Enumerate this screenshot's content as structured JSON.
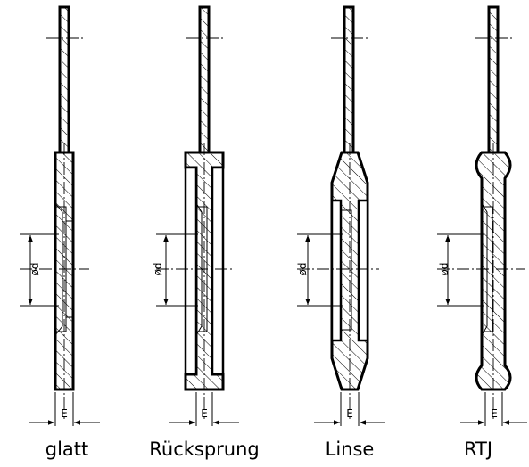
{
  "variants": [
    {
      "caption": "glatt",
      "diameter_label": "ød",
      "thickness_label": "E"
    },
    {
      "caption": "Rücksprung",
      "diameter_label": "ød",
      "thickness_label": "E"
    },
    {
      "caption": "Linse",
      "diameter_label": "ød",
      "thickness_label": "E"
    },
    {
      "caption": "RTJ",
      "diameter_label": "ød",
      "thickness_label": "E"
    }
  ]
}
